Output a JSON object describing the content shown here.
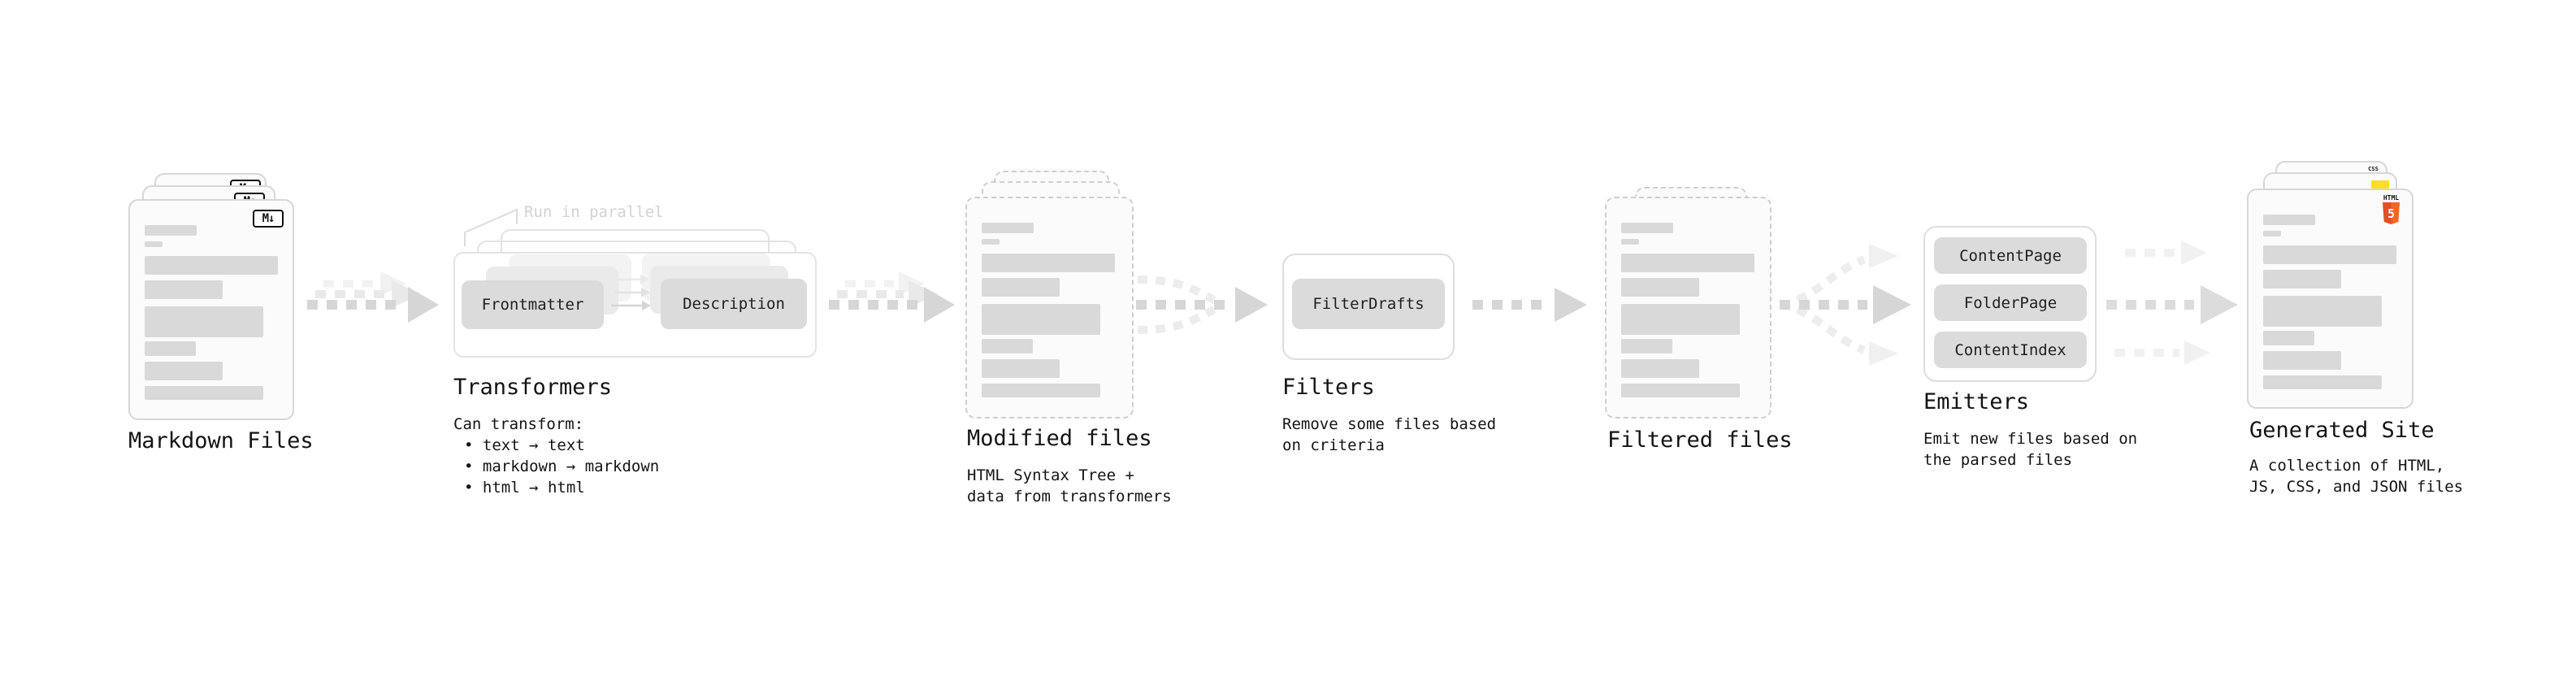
{
  "stations": {
    "markdown": {
      "label": "Markdown Files",
      "badge": "M↓"
    },
    "transformers": {
      "label": "Transformers",
      "annotation": "Run in parallel",
      "pill_left": "Frontmatter",
      "pill_right": "Description",
      "caption_title": "Can transform:",
      "bullets": [
        "• text → text",
        "• markdown → markdown",
        "• html → html"
      ]
    },
    "modified": {
      "label": "Modified files",
      "caption": [
        "HTML Syntax Tree +",
        "data from transformers"
      ]
    },
    "filters": {
      "label": "Filters",
      "pill": "FilterDrafts",
      "caption": [
        "Remove some files based",
        "on criteria"
      ]
    },
    "filtered": {
      "label": "Filtered files"
    },
    "emitters": {
      "label": "Emitters",
      "pills": [
        "ContentPage",
        "FolderPage",
        "ContentIndex"
      ],
      "caption": [
        "Emit new files based on",
        "the parsed files"
      ]
    },
    "generated": {
      "label": "Generated Site",
      "caption": [
        "A collection of HTML,",
        "JS, CSS, and JSON files"
      ],
      "html_badge_top": "HTML",
      "html_badge_number": "5",
      "css_badge": "CSS"
    }
  },
  "colors": {
    "skeleton_bar": "#d9d9d9",
    "pill_fill": "#dbdbdb",
    "arrow_dark": "#d6d6d6",
    "arrow_light": "#ececec",
    "arrow_faint": "#f2f2f2",
    "annotation_gray": "#d2d2d2",
    "html5_orange": "#e44d26",
    "js_yellow": "#ffdf1e",
    "css_blue": "#2b63f6"
  }
}
